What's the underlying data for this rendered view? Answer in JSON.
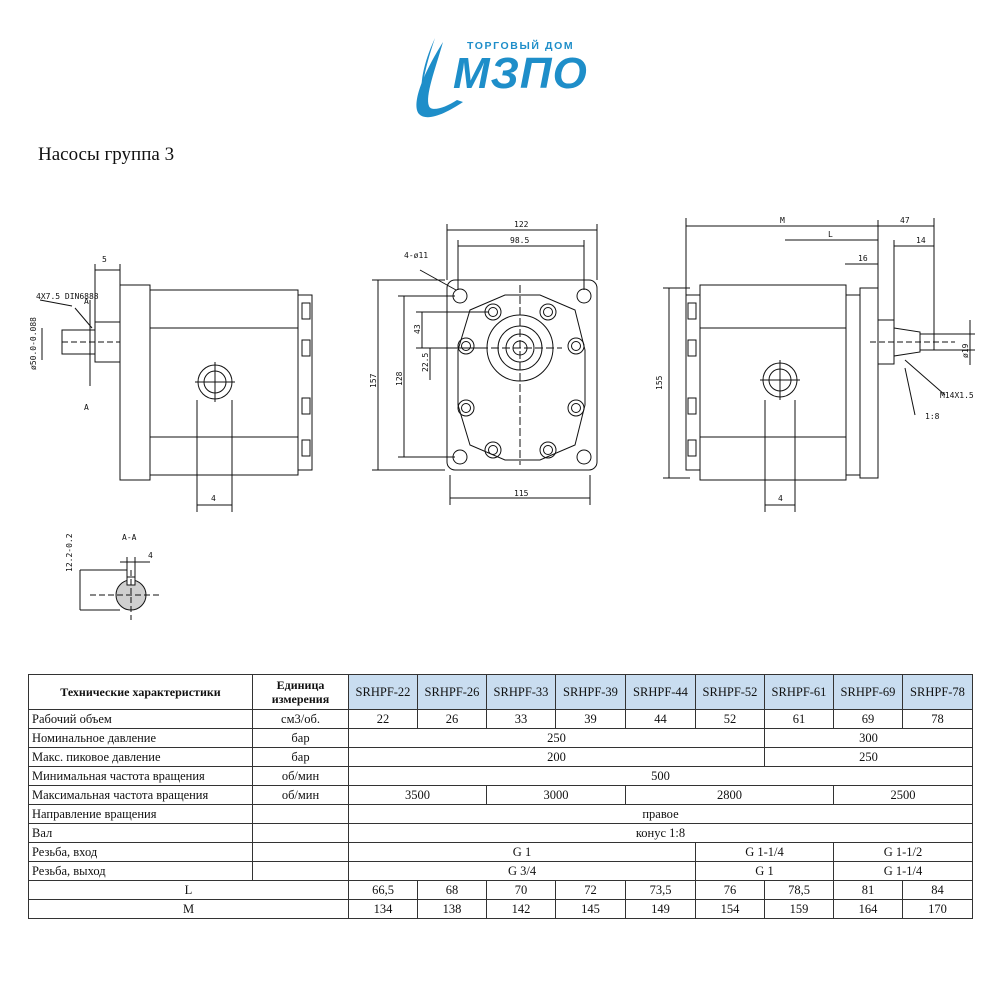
{
  "logo": {
    "subtitle": "ТОРГОВЫЙ ДОМ",
    "name": "МЗПО",
    "brand_color": "#1e8ec9"
  },
  "page_title": "Насосы группа 3",
  "drawing": {
    "left_view": {
      "key_note": "4X7.5 DIN6888",
      "shaft_dim": "ø50.0-0.088",
      "dim_5": "5",
      "dim_4": "4",
      "section_mark": "A"
    },
    "front_view": {
      "holes": "4-ø11",
      "width_122": "122",
      "width_98_5": "98.5",
      "width_115": "115",
      "height_157": "157",
      "height_128": "128",
      "dim_43": "43",
      "dim_22_5": "22.5"
    },
    "right_view": {
      "dim_M": "M",
      "dim_L": "L",
      "dim_47": "47",
      "dim_16": "16",
      "dim_14": "14",
      "height_155": "155",
      "shaft_d19": "ø19",
      "thread": "M14X1.5",
      "taper": "1:8",
      "dim_4": "4"
    },
    "section": {
      "label": "A-A",
      "dim_12": "12.2-0.2",
      "dim_4": "4"
    }
  },
  "table": {
    "header": {
      "param": "Технические характеристики",
      "unit": "Единица измерения",
      "models": [
        "SRHPF-22",
        "SRHPF-26",
        "SRHPF-33",
        "SRHPF-39",
        "SRHPF-44",
        "SRHPF-52",
        "SRHPF-61",
        "SRHPF-69",
        "SRHPF-78"
      ]
    },
    "rows": {
      "volume": {
        "name": "Рабочий объем",
        "unit": "см3/об.",
        "values": [
          "22",
          "26",
          "33",
          "39",
          "44",
          "52",
          "61",
          "69",
          "78"
        ]
      },
      "nominal_pressure": {
        "name": "Номинальное давление",
        "unit": "бар",
        "a": "250",
        "b": "300"
      },
      "peak_pressure": {
        "name": "Макс. пиковое давление",
        "unit": "бар",
        "a": "200",
        "b": "250"
      },
      "min_speed": {
        "name": "Минимальная частота вращения",
        "unit": "об/мин",
        "a": "500"
      },
      "max_speed": {
        "name": "Максимальная частота вращения",
        "unit": "об/мин",
        "a": "3500",
        "b": "3000",
        "c": "2800",
        "d": "2500"
      },
      "direction": {
        "name": "Направление вращения",
        "unit": "",
        "a": "правое"
      },
      "shaft": {
        "name": "Вал",
        "unit": "",
        "a": "конус 1:8"
      },
      "thread_in": {
        "name": "Резьба, вход",
        "unit": "",
        "a": "G 1",
        "b": "G 1-1/4",
        "c": "G 1-1/2"
      },
      "thread_out": {
        "name": "Резьба, выход",
        "unit": "",
        "a": "G 3/4",
        "b": "G 1",
        "c": "G 1-1/4"
      },
      "L": {
        "name": "L",
        "values": [
          "66,5",
          "68",
          "70",
          "72",
          "73,5",
          "76",
          "78,5",
          "81",
          "84"
        ]
      },
      "M": {
        "name": "M",
        "values": [
          "134",
          "138",
          "142",
          "145",
          "149",
          "154",
          "159",
          "164",
          "170"
        ]
      }
    }
  }
}
